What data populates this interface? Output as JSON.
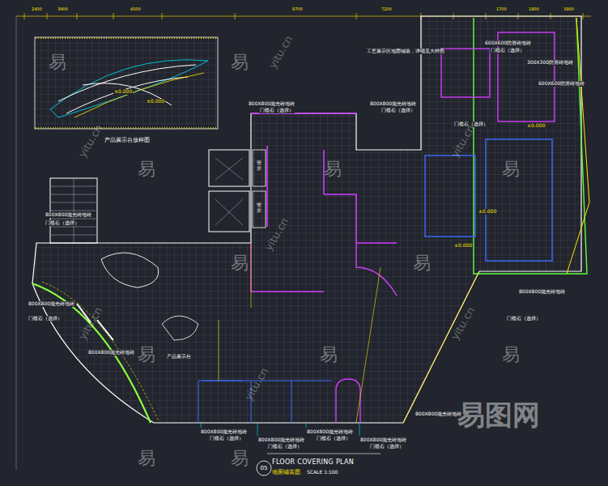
{
  "diagram": {
    "title": "FLOOR COVERING PLAN",
    "nodes": [
      {
        "text": [
          "产品展示台放样图"
        ]
      },
      {
        "text": [
          "05"
        ]
      }
    ],
    "labels": [
      "地面铺装图",
      "SCALE 1:100",
      "800X800抛光砖地砖",
      "门槛石（选择）",
      "800X800抛光砖地砖",
      "门槛石（选择）",
      "工艺展示区地面铺装，详细见大样图",
      "600X600防滑砖地砖",
      "门槛石（选择）",
      "300X300防滑砖地砖",
      "600X600防滑砖地砖",
      "门槛石（选择）",
      "800X800抛光砖地砖",
      "门槛石（选择）",
      "800X800抛光砖地砖",
      "门槛石（选择）",
      "800X800抛光砖地砖",
      "门槛石（选择）",
      "产品展示台",
      "800X800抛光砖地砖",
      "800X800抛光砖地砖",
      "门槛石（选择）",
      "800X800抛光砖地砖",
      "门槛石（选择）",
      "800X800抛光砖地砖",
      "门槛石（选择）",
      "800X800抛光砖地砖",
      "门槛石（选择）",
      "800X800抛光砖地砖",
      "±0.000",
      "±0.000",
      "±0.000",
      "±0.000",
      "±0.000",
      "管井",
      "管井",
      "2400",
      "3900",
      "4500",
      "8700",
      "7200",
      "1700",
      "1800",
      "3900",
      "易",
      "易",
      "易",
      "易",
      "易",
      "易",
      "易",
      "易",
      "易",
      "易",
      "易",
      "易",
      "yitu.cn",
      "yitu.cn",
      "yitu.cn",
      "yitu.cn",
      "yitu.cn",
      "yitu.cn",
      "yitu.cn",
      "易图网"
    ]
  }
}
